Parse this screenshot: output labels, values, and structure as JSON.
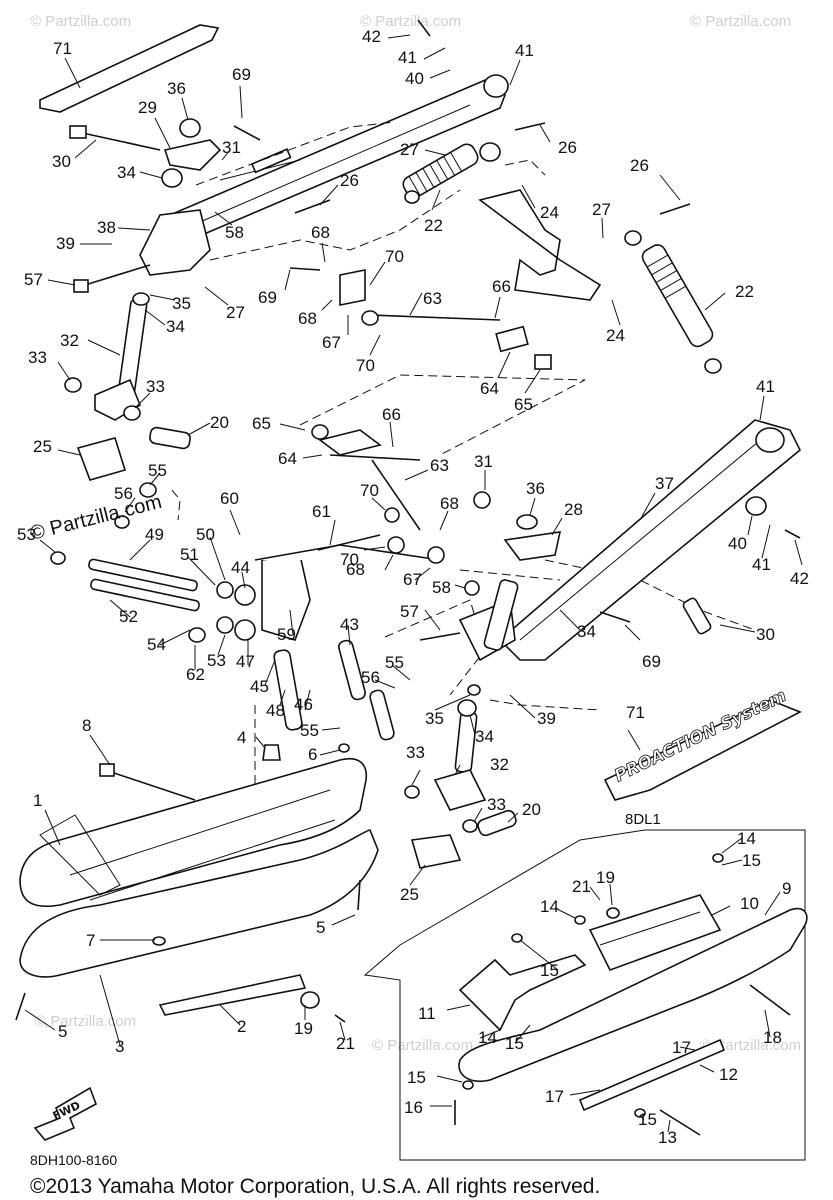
{
  "watermark_text": "© Partzilla.com",
  "inset_label": "8DL1",
  "diagram_code": "8DH100-8160",
  "copyright": "©2013  Yamaha Motor Corporation, U.S.A. All rights reserved.",
  "fwd_label": "FWD",
  "logo_text": "PROACTION System",
  "callouts": [
    {
      "id": "c71a",
      "n": "71"
    },
    {
      "id": "c36a",
      "n": "36"
    },
    {
      "id": "c69a",
      "n": "69"
    },
    {
      "id": "c29",
      "n": "29"
    },
    {
      "id": "c30a",
      "n": "30"
    },
    {
      "id": "c31a",
      "n": "31"
    },
    {
      "id": "c34a",
      "n": "34"
    },
    {
      "id": "c38",
      "n": "38"
    },
    {
      "id": "c58a",
      "n": "58"
    },
    {
      "id": "c39a",
      "n": "39"
    },
    {
      "id": "c57a",
      "n": "57"
    },
    {
      "id": "c35a",
      "n": "35"
    },
    {
      "id": "c34b",
      "n": "34"
    },
    {
      "id": "c27a",
      "n": "27"
    },
    {
      "id": "c32a",
      "n": "32"
    },
    {
      "id": "c33a",
      "n": "33"
    },
    {
      "id": "c33b",
      "n": "33"
    },
    {
      "id": "c25a",
      "n": "25"
    },
    {
      "id": "c20a",
      "n": "20"
    },
    {
      "id": "c42a",
      "n": "42"
    },
    {
      "id": "c41a",
      "n": "41"
    },
    {
      "id": "c40a",
      "n": "40"
    },
    {
      "id": "c41b",
      "n": "41"
    },
    {
      "id": "c27b",
      "n": "27"
    },
    {
      "id": "c26a",
      "n": "26"
    },
    {
      "id": "c26b",
      "n": "26"
    },
    {
      "id": "c22a",
      "n": "22"
    },
    {
      "id": "c24a",
      "n": "24"
    },
    {
      "id": "c26c",
      "n": "26"
    },
    {
      "id": "c27c",
      "n": "27"
    },
    {
      "id": "c22b",
      "n": "22"
    },
    {
      "id": "c68a",
      "n": "68"
    },
    {
      "id": "c69b",
      "n": "69"
    },
    {
      "id": "c70a",
      "n": "70"
    },
    {
      "id": "c68b",
      "n": "68"
    },
    {
      "id": "c67a",
      "n": "67"
    },
    {
      "id": "c63a",
      "n": "63"
    },
    {
      "id": "c66a",
      "n": "66"
    },
    {
      "id": "c70b",
      "n": "70"
    },
    {
      "id": "c24b",
      "n": "24"
    },
    {
      "id": "c64a",
      "n": "64"
    },
    {
      "id": "c65a",
      "n": "65"
    },
    {
      "id": "c65b",
      "n": "65"
    },
    {
      "id": "c66b",
      "n": "66"
    },
    {
      "id": "c64b",
      "n": "64"
    },
    {
      "id": "c63b",
      "n": "63"
    },
    {
      "id": "c41c",
      "n": "41"
    },
    {
      "id": "c37",
      "n": "37"
    },
    {
      "id": "c31b",
      "n": "31"
    },
    {
      "id": "c36b",
      "n": "36"
    },
    {
      "id": "c28",
      "n": "28"
    },
    {
      "id": "c70c",
      "n": "70"
    },
    {
      "id": "c68c",
      "n": "68"
    },
    {
      "id": "c61",
      "n": "61"
    },
    {
      "id": "c70d",
      "n": "70"
    },
    {
      "id": "c68d",
      "n": "68"
    },
    {
      "id": "c67b",
      "n": "67"
    },
    {
      "id": "c58b",
      "n": "58"
    },
    {
      "id": "c40b",
      "n": "40"
    },
    {
      "id": "c41d",
      "n": "41"
    },
    {
      "id": "c42b",
      "n": "42"
    },
    {
      "id": "c56a",
      "n": "56"
    },
    {
      "id": "c55a",
      "n": "55"
    },
    {
      "id": "c60",
      "n": "60"
    },
    {
      "id": "c53a",
      "n": "53"
    },
    {
      "id": "c49",
      "n": "49"
    },
    {
      "id": "c50",
      "n": "50"
    },
    {
      "id": "c51",
      "n": "51"
    },
    {
      "id": "c44",
      "n": "44"
    },
    {
      "id": "c52",
      "n": "52"
    },
    {
      "id": "c54",
      "n": "54"
    },
    {
      "id": "c62",
      "n": "62"
    },
    {
      "id": "c53b",
      "n": "53"
    },
    {
      "id": "c47",
      "n": "47"
    },
    {
      "id": "c59",
      "n": "59"
    },
    {
      "id": "c45",
      "n": "45"
    },
    {
      "id": "c48",
      "n": "48"
    },
    {
      "id": "c46",
      "n": "46"
    },
    {
      "id": "c43",
      "n": "43"
    },
    {
      "id": "c55b",
      "n": "55"
    },
    {
      "id": "c56b",
      "n": "56"
    },
    {
      "id": "c55c",
      "n": "55"
    },
    {
      "id": "c57b",
      "n": "57"
    },
    {
      "id": "c34c",
      "n": "34"
    },
    {
      "id": "c69c",
      "n": "69"
    },
    {
      "id": "c30b",
      "n": "30"
    },
    {
      "id": "c35b",
      "n": "35"
    },
    {
      "id": "c39b",
      "n": "39"
    },
    {
      "id": "c34d",
      "n": "34"
    },
    {
      "id": "c71b",
      "n": "71"
    },
    {
      "id": "c33c",
      "n": "33"
    },
    {
      "id": "c32b",
      "n": "32"
    },
    {
      "id": "c33d",
      "n": "33"
    },
    {
      "id": "c20b",
      "n": "20"
    },
    {
      "id": "c25b",
      "n": "25"
    },
    {
      "id": "c8",
      "n": "8"
    },
    {
      "id": "c4",
      "n": "4"
    },
    {
      "id": "c6",
      "n": "6"
    },
    {
      "id": "c1",
      "n": "1"
    },
    {
      "id": "c7",
      "n": "7"
    },
    {
      "id": "c5a",
      "n": "5"
    },
    {
      "id": "c5b",
      "n": "5"
    },
    {
      "id": "c3",
      "n": "3"
    },
    {
      "id": "c2",
      "n": "2"
    },
    {
      "id": "c19a",
      "n": "19"
    },
    {
      "id": "c21a",
      "n": "21"
    },
    {
      "id": "c14a",
      "n": "14"
    },
    {
      "id": "c15a",
      "n": "15"
    },
    {
      "id": "c9",
      "n": "9"
    },
    {
      "id": "c21b",
      "n": "21"
    },
    {
      "id": "c19b",
      "n": "19"
    },
    {
      "id": "c10",
      "n": "10"
    },
    {
      "id": "c14b",
      "n": "14"
    },
    {
      "id": "c15b",
      "n": "15"
    },
    {
      "id": "c11",
      "n": "11"
    },
    {
      "id": "c18",
      "n": "18"
    },
    {
      "id": "c14c",
      "n": "14"
    },
    {
      "id": "c15c",
      "n": "15"
    },
    {
      "id": "c17a",
      "n": "17"
    },
    {
      "id": "c12",
      "n": "12"
    },
    {
      "id": "c15d",
      "n": "15"
    },
    {
      "id": "c16",
      "n": "16"
    },
    {
      "id": "c17b",
      "n": "17"
    },
    {
      "id": "c15e",
      "n": "15"
    },
    {
      "id": "c13",
      "n": "13"
    }
  ]
}
